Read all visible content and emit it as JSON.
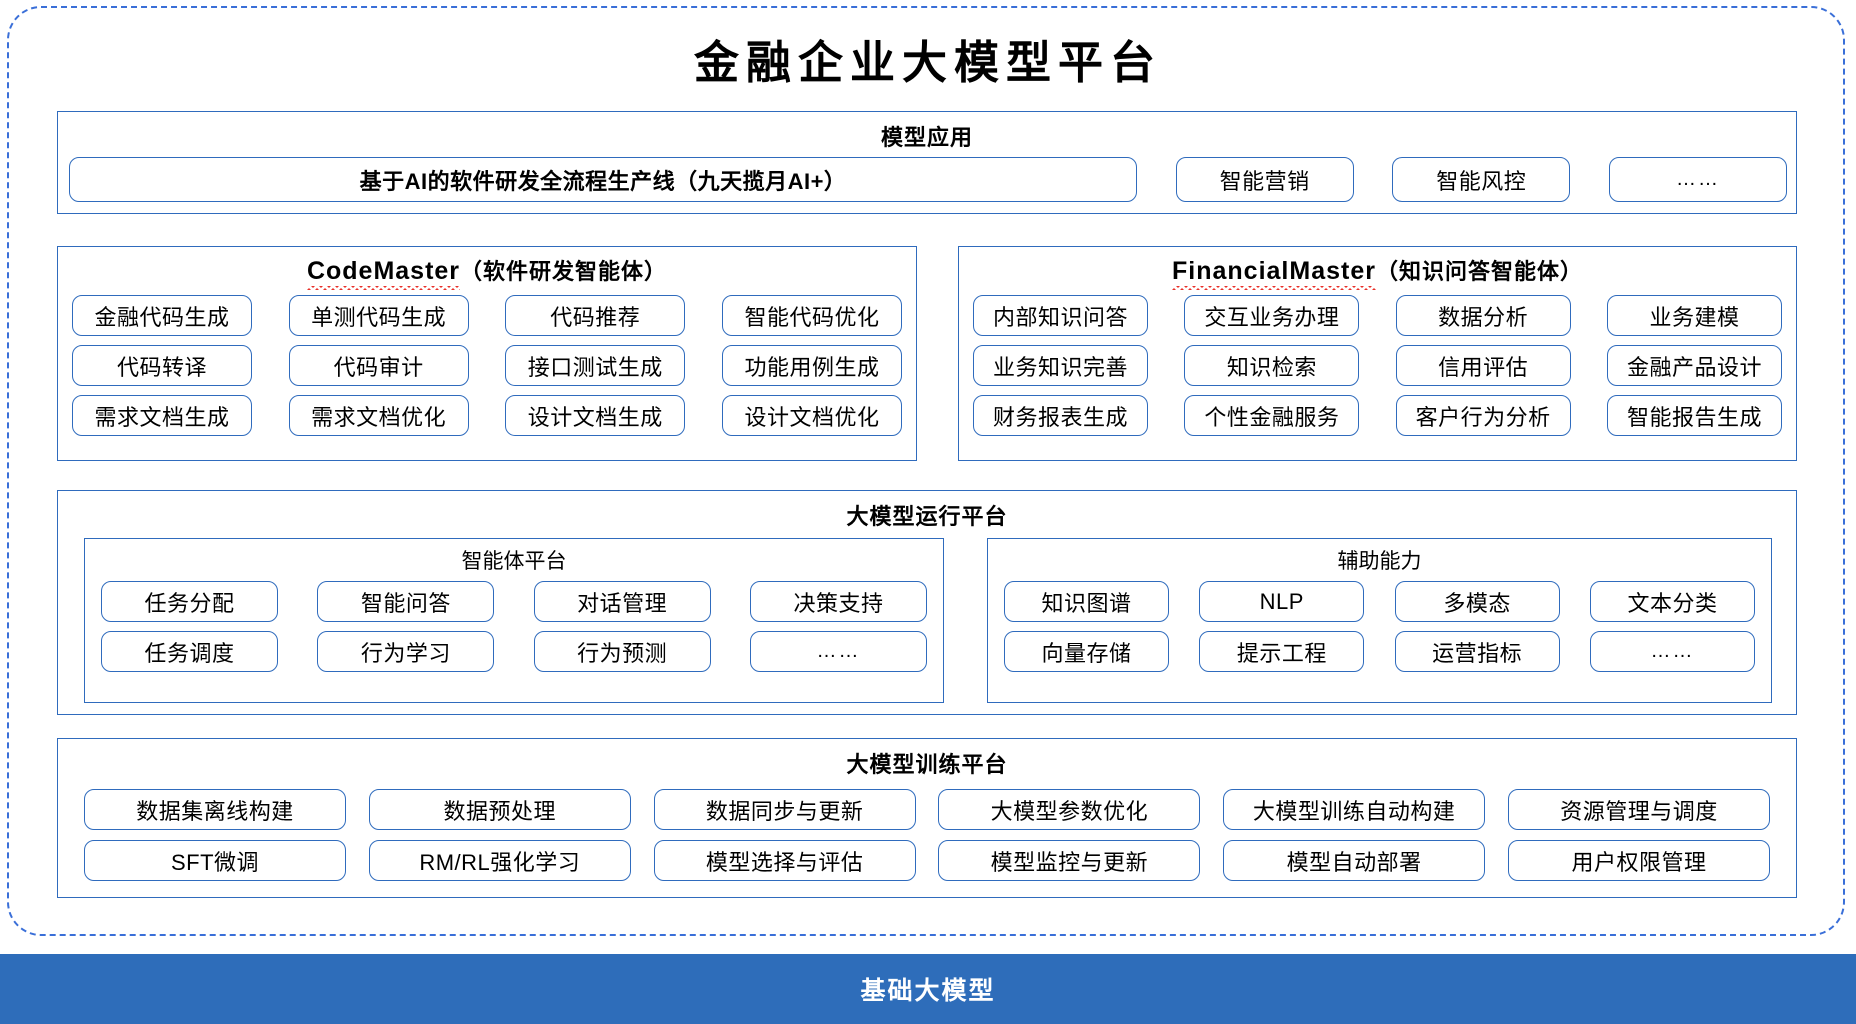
{
  "page": {
    "title": "金融企业大模型平台"
  },
  "model_application": {
    "title": "模型应用",
    "items": [
      "基于AI的软件研发全流程生产线（九天揽月AI+）",
      "智能营销",
      "智能风控",
      "……"
    ]
  },
  "codemaster": {
    "name": "CodeMaster",
    "suffix": "（软件研发智能体）",
    "rows": [
      [
        "金融代码生成",
        "单测代码生成",
        "代码推荐",
        "智能代码优化"
      ],
      [
        "代码转译",
        "代码审计",
        "接口测试生成",
        "功能用例生成"
      ],
      [
        "需求文档生成",
        "需求文档优化",
        "设计文档生成",
        "设计文档优化"
      ]
    ]
  },
  "financialmaster": {
    "name": "FinancialMaster",
    "suffix": "（知识问答智能体）",
    "rows": [
      [
        "内部知识问答",
        "交互业务办理",
        "数据分析",
        "业务建模"
      ],
      [
        "业务知识完善",
        "知识检索",
        "信用评估",
        "金融产品设计"
      ],
      [
        "财务报表生成",
        "个性金融服务",
        "客户行为分析",
        "智能报告生成"
      ]
    ]
  },
  "runtime_platform": {
    "title": "大模型运行平台",
    "agent_platform": {
      "title": "智能体平台",
      "rows": [
        [
          "任务分配",
          "智能问答",
          "对话管理",
          "决策支持"
        ],
        [
          "任务调度",
          "行为学习",
          "行为预测",
          "……"
        ]
      ]
    },
    "assist_ability": {
      "title": "辅助能力",
      "rows": [
        [
          "知识图谱",
          "NLP",
          "多模态",
          "文本分类"
        ],
        [
          "向量存储",
          "提示工程",
          "运营指标",
          "……"
        ]
      ]
    }
  },
  "training_platform": {
    "title": "大模型训练平台",
    "rows": [
      [
        "数据集离线构建",
        "数据预处理",
        "数据同步与更新",
        "大模型参数优化",
        "大模型训练自动构建",
        "资源管理与调度"
      ],
      [
        "SFT微调",
        "RM/RL强化学习",
        "模型选择与评估",
        "模型监控与更新",
        "模型自动部署",
        "用户权限管理"
      ]
    ]
  },
  "base_model": {
    "label": "基础大模型"
  },
  "colors": {
    "frame_blue": "#3a6fd8",
    "border_blue": "#2f6bbd",
    "bar_blue": "#2e6dba",
    "spellcheck_red": "#e8302a",
    "text_black": "#000000"
  }
}
